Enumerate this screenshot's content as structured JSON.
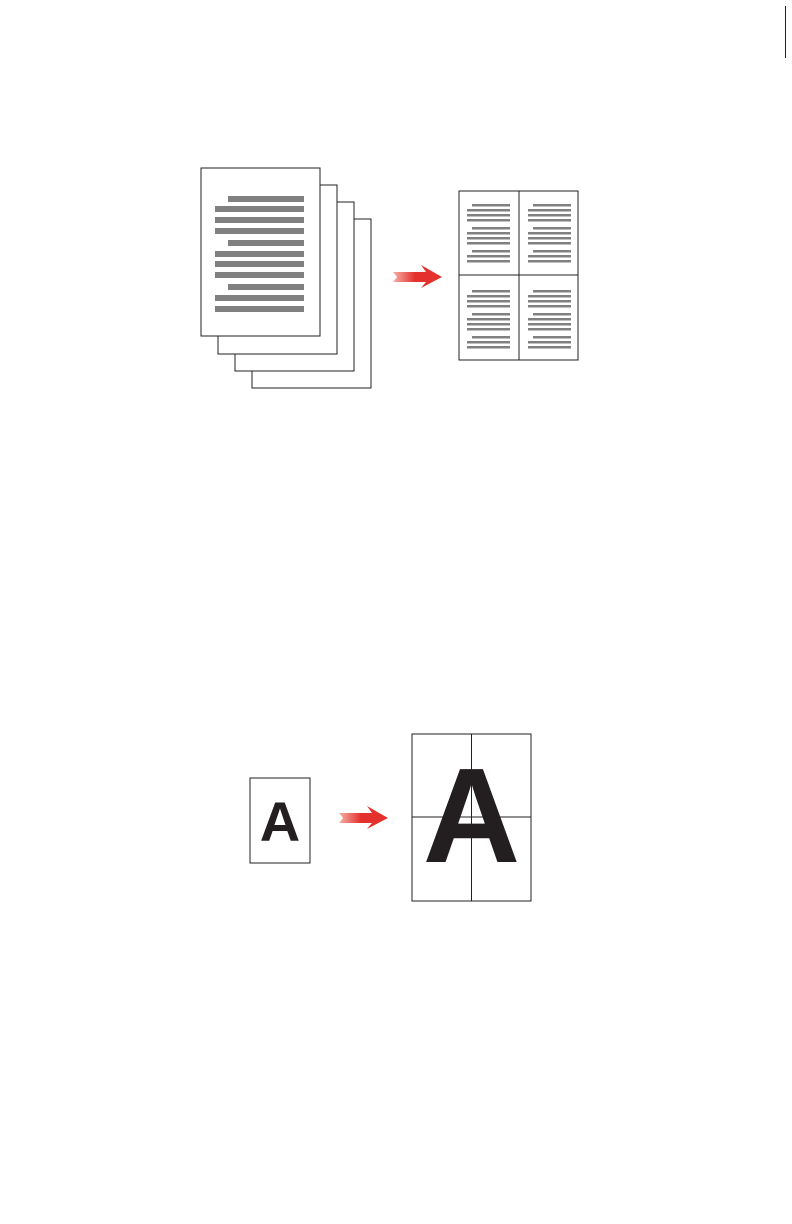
{
  "figures": {
    "multi_page": {
      "description_hidden": "",
      "source_sheets": 4,
      "output_layout": "2x2",
      "arrow_color": "#e4312d",
      "line_color": "#808080",
      "border_color": "#231f20"
    },
    "poster": {
      "source_letter": "A",
      "output_letter": "A",
      "output_layout": "2x2",
      "arrow_color": "#e4312d",
      "letter_color": "#231f20"
    }
  }
}
